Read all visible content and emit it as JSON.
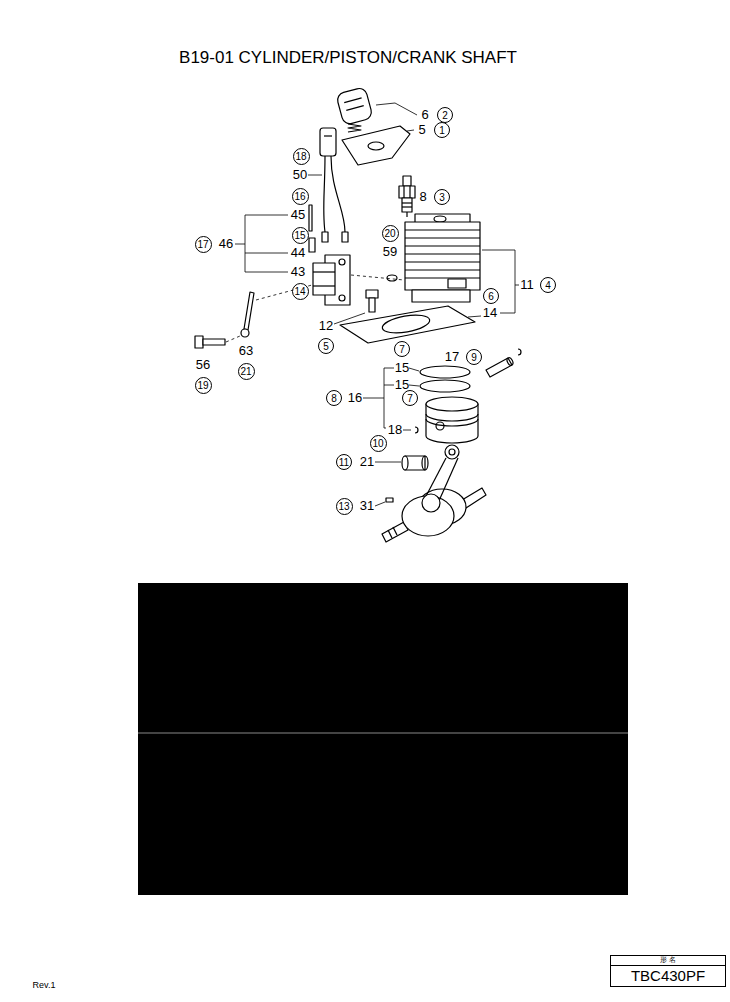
{
  "diagram": {
    "title": "B19-01 CYLINDER/PISTON/CRANK SHAFT",
    "nodes": [
      {
        "text": [
          "2"
        ]
      },
      {
        "text": [
          "1"
        ]
      },
      {
        "text": [
          "18"
        ]
      },
      {
        "text": [
          "3"
        ]
      },
      {
        "text": [
          "16"
        ]
      },
      {
        "text": [
          "20"
        ]
      },
      {
        "text": [
          "15"
        ]
      },
      {
        "text": [
          "17"
        ]
      },
      {
        "text": [
          "4"
        ]
      },
      {
        "text": [
          "14"
        ]
      },
      {
        "text": [
          "6"
        ]
      },
      {
        "text": [
          "5"
        ]
      },
      {
        "text": [
          "7"
        ]
      },
      {
        "text": [
          "9"
        ]
      },
      {
        "text": [
          "21"
        ]
      },
      {
        "text": [
          "19"
        ]
      },
      {
        "text": [
          "8"
        ]
      },
      {
        "text": [
          "7"
        ]
      },
      {
        "text": [
          "10"
        ]
      },
      {
        "text": [
          "11"
        ]
      },
      {
        "text": [
          "13"
        ]
      },
      {
        "text": [
          "形 名",
          "TBC430PF"
        ]
      }
    ],
    "labels": [
      "6",
      "5",
      "50",
      "8",
      "45",
      "46",
      "44",
      "59",
      "43",
      "11",
      "14",
      "12",
      "17",
      "63",
      "56",
      "15",
      "15",
      "16",
      "18",
      "21",
      "31",
      "Rev.1"
    ]
  }
}
